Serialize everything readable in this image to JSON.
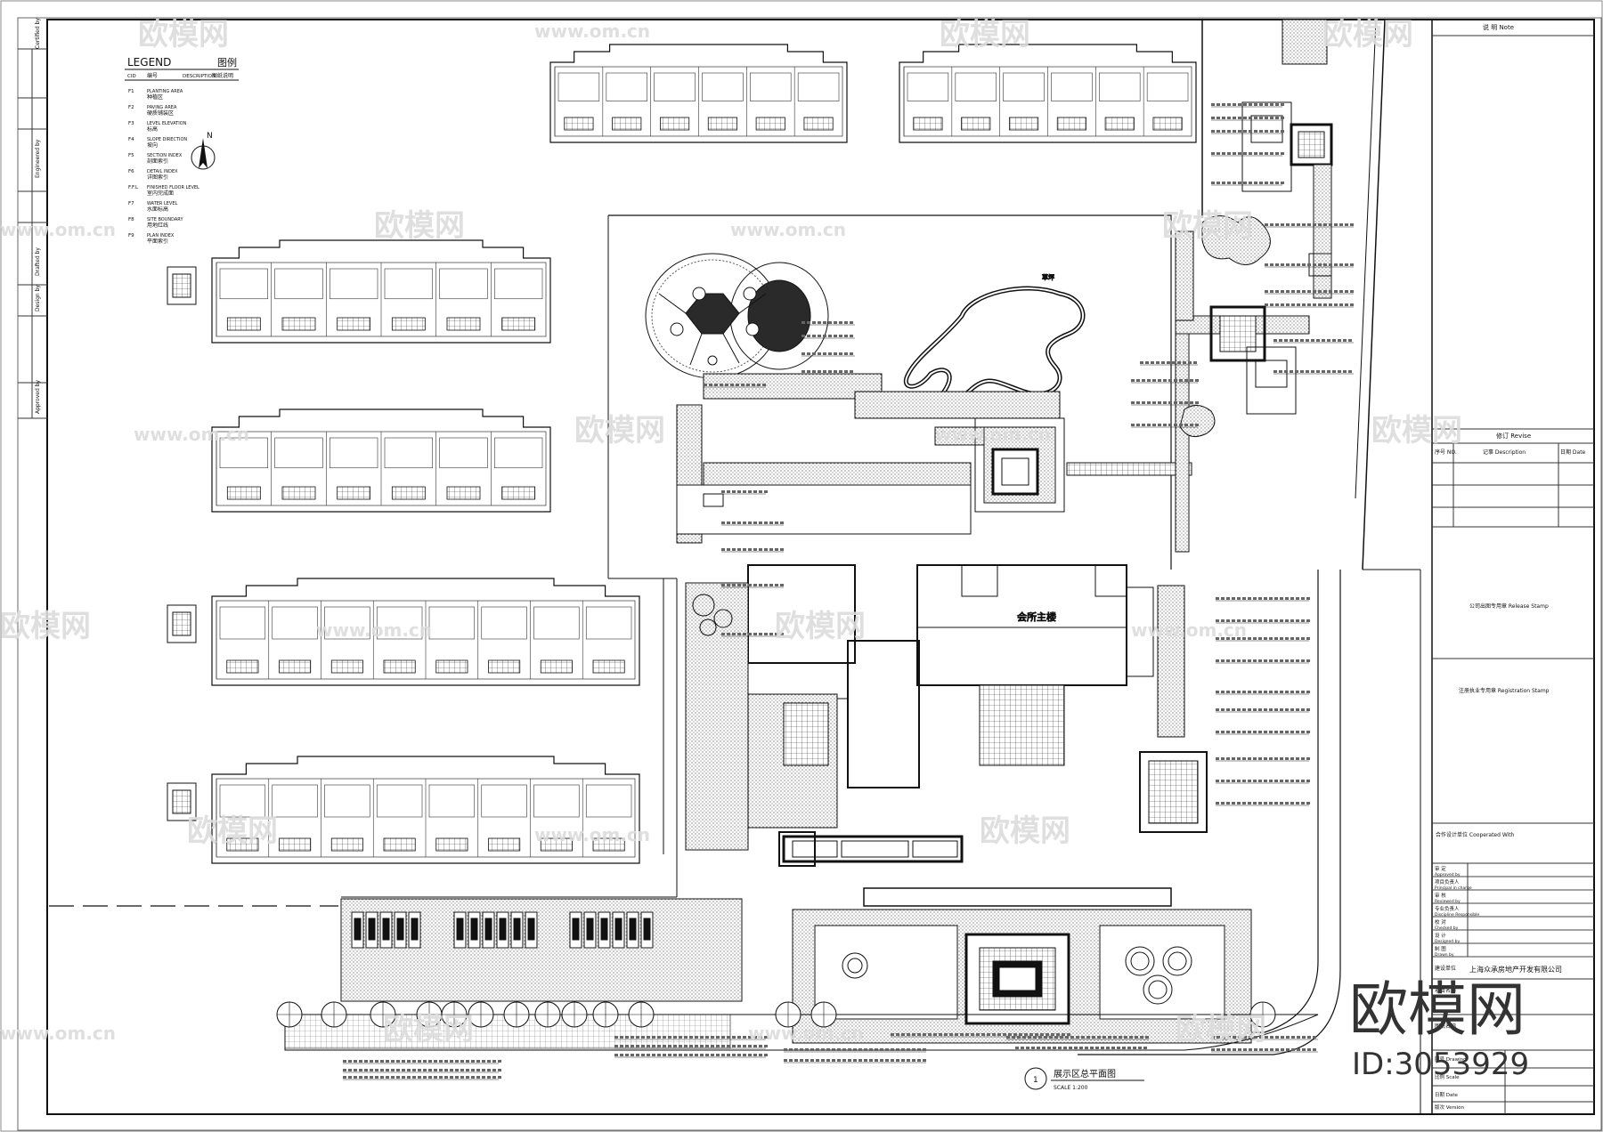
{
  "legend": {
    "title": "LEGEND",
    "title_cn": "图例",
    "col_code": "CID",
    "col_code_cn": "编号",
    "col_desc": "DESCRIPTION",
    "col_desc_cn": "图纸说明",
    "items": [
      {
        "code": "F1",
        "en": "PLANTING AREA",
        "cn": "种植区"
      },
      {
        "code": "F2",
        "en": "PAVING AREA",
        "cn": "硬质铺装区"
      },
      {
        "code": "F3",
        "en": "LEVEL ELEVATION",
        "cn": "标高"
      },
      {
        "code": "F4",
        "en": "SLOPE DIRECTION",
        "cn": "坡向"
      },
      {
        "code": "F5",
        "en": "SECTION INDEX",
        "cn": "剖面索引"
      },
      {
        "code": "F6",
        "en": "DETAIL INDEX",
        "cn": "详图索引"
      },
      {
        "code": "F.F.L",
        "en": "FINISHED FLOOR LEVEL",
        "cn": "室内完成面"
      },
      {
        "code": "F7",
        "en": "WATER LEVEL",
        "cn": "水面标高"
      },
      {
        "code": "F8",
        "en": "SITE BOUNDARY",
        "cn": "用地红线"
      },
      {
        "code": "F9",
        "en": "PLAN INDEX",
        "cn": "平面索引"
      }
    ]
  },
  "north_label": "N",
  "left_strip": [
    "Certified by",
    "Engineered by",
    "Drafted by",
    "Design by",
    "Approved by"
  ],
  "title_block": {
    "note_header": "说  明  Note",
    "revise_header": "修订  Revise",
    "rev_no": "序号 NO.",
    "rev_desc": "记事 Description",
    "rev_date": "日期 Date",
    "release_stamp": "公司出图专用章  Release Stamp",
    "registration_stamp": "注册执业专用章  Registration Stamp",
    "cooperated_with": "合作设计单位  Cooperated With",
    "signatures": [
      {
        "cn": "审  定",
        "en": "Approved by"
      },
      {
        "cn": "项目负责人",
        "en": "Principal in charge"
      },
      {
        "cn": "审  核",
        "en": "Reviewed by"
      },
      {
        "cn": "专业负责人",
        "en": "Discipline Responsible"
      },
      {
        "cn": "校  对",
        "en": "Checked by"
      },
      {
        "cn": "设  计",
        "en": "Designed by"
      },
      {
        "cn": "制  图",
        "en": "Drawn by"
      }
    ],
    "client_label": "建设单位",
    "client": "上海众承房地产开发有限公司",
    "project_label": "项目名称",
    "drawing_label": "图纸名称",
    "drawing_no_label": "图号 Drawing",
    "scale_label": "比例 Scale",
    "date_label": "日期 Date",
    "version_label": "版次 Version"
  },
  "site_labels": {
    "lawn": "草坪",
    "clubhouse": "会所主楼",
    "plan_title": "展示区总平面图",
    "plan_scale": "SCALE 1:200",
    "plan_no": "1"
  },
  "watermark": {
    "text_cn": "欧模网",
    "url": "www.om.cn",
    "brand": "欧模网",
    "id": "ID:3053929"
  }
}
